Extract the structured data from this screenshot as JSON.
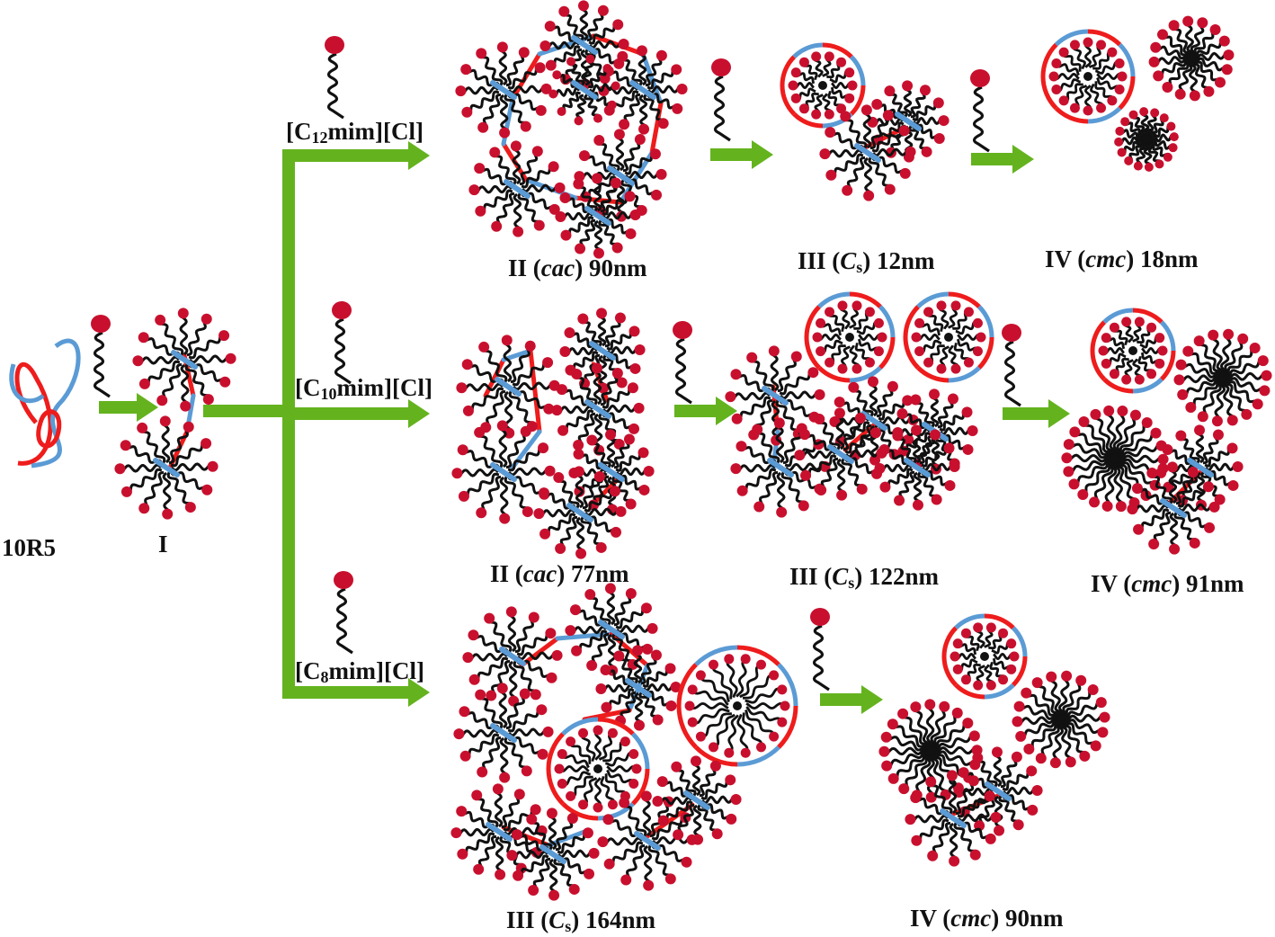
{
  "colors": {
    "arrow": "#64b31e",
    "red_segment": "#ee1c1c",
    "blue_segment": "#5b9bd5",
    "head": "#c8102e",
    "tail": "#111111"
  },
  "labels": {
    "polymer": "10R5",
    "stage_i": "I",
    "il_c12": {
      "pre": "[C",
      "sub": "12",
      "post": "mim][Cl]"
    },
    "il_c10": {
      "pre": "[C",
      "sub": "10",
      "post": "mim][Cl]"
    },
    "il_c8": {
      "pre": "[C",
      "sub": "8",
      "post": "mim][Cl]"
    },
    "r1_ii": {
      "pre": "II (",
      "it": "cac",
      "sub": "",
      "post": ") 90nm"
    },
    "r1_iii": {
      "pre": "III (",
      "it": "C",
      "sub": "s",
      "post": ") 12nm"
    },
    "r1_iv": {
      "pre": "IV (",
      "it": "cmc",
      "sub": "",
      "post": ") 18nm"
    },
    "r2_ii": {
      "pre": "II (",
      "it": "cac",
      "sub": "",
      "post": ") 77nm"
    },
    "r2_iii": {
      "pre": "III (",
      "it": "C",
      "sub": "s",
      "post": ") 122nm"
    },
    "r2_iv": {
      "pre": "IV (",
      "it": "cmc",
      "sub": "",
      "post": ") 91nm"
    },
    "r3_iii": {
      "pre": "III (",
      "it": "C",
      "sub": "s",
      "post": ") 164nm"
    },
    "r3_iv": {
      "pre": "IV (",
      "it": "cmc",
      "sub": "",
      "post": ") 90nm"
    }
  }
}
